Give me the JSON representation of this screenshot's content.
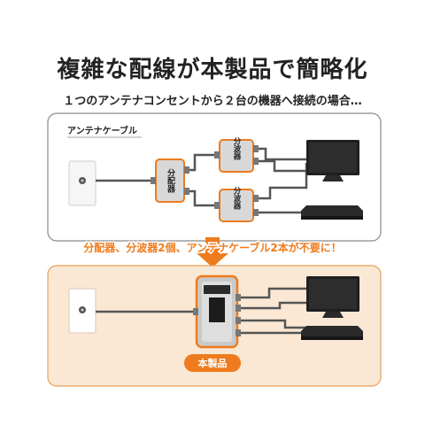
{
  "headline": "複雑な配線が本製品で簡略化",
  "subline": "１つのアンテナコンセントから２台の機器へ接続の場合…",
  "before_panel": {
    "cable_label": "アンテナケーブル",
    "distributor_label": "分配器",
    "splitter_top_label": "分波器",
    "splitter_bottom_label": "分波器"
  },
  "banner": "分配器、分波器2個、アンテナケーブル2本が不要に！",
  "after_panel": {
    "product_label": "本製品"
  },
  "colors": {
    "orange_accent": "#ee7b1d",
    "after_panel_bg": "#fbe8d4",
    "before_panel_border": "#8a8a8a",
    "cable_dark": "#555555",
    "device_dark": "#1f1f1f"
  },
  "icons": [
    "antenna-outlet-icon",
    "tv-icon",
    "recorder-icon",
    "down-arrow-icon"
  ]
}
